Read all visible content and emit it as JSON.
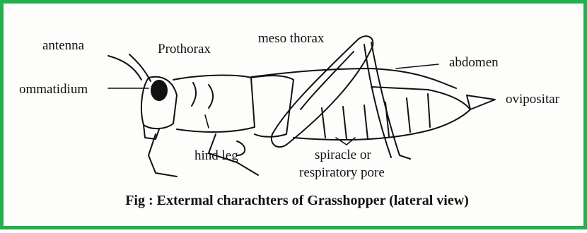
{
  "labels": {
    "antenna": "antenna",
    "ommatidium": "ommatidium",
    "prothorax": "Prothorax",
    "meso_thorax": "meso thorax",
    "abdomen": "abdomen",
    "ovipositar": "ovipositar",
    "hind_leg": "hind leg",
    "spiracle_line1": "spiracle or",
    "spiracle_line2": "respiratory pore"
  },
  "caption": "Fig : Extermal charachters of Grasshopper (lateral view)",
  "colors": {
    "border": "#22b14c",
    "ink": "#111111",
    "background": "#fdfdfb"
  }
}
